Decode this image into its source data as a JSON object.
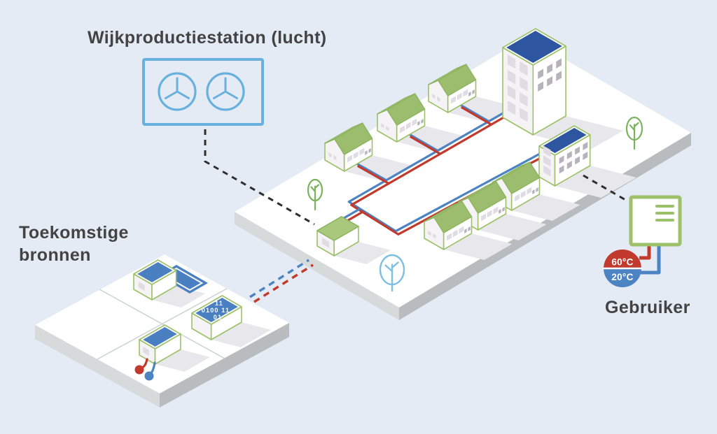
{
  "title": "Wijkproductiestation (lucht)",
  "labels": {
    "future_sources": [
      "Toekomstige",
      "bronnen"
    ],
    "user": "Gebruiker"
  },
  "user_unit": {
    "supply_temp": "60°C",
    "return_temp": "20°C"
  },
  "data_center_roof_text": [
    "11",
    "0100 11",
    "01"
  ],
  "colors": {
    "bg": "#e4ebf5",
    "text": "#434343",
    "accent_sky": "#68b0de",
    "pipe_red": "#c23a2d",
    "pipe_blue": "#4b83c3",
    "roof_green": "#a9c87b",
    "roof_navy": "#2e55a0",
    "roof_blue": "#4a7fc1",
    "outline_green": "#9cc168"
  },
  "icons": {
    "fan_icon": "circle with three turbine spokes (x2, production station)",
    "heat_exchanger_icon": "white square with three green bars (user unit)",
    "geothermal_probe_icons": "red and blue drop probes under source building",
    "tree_icon": "outlined tree (2 green, 1 blue)",
    "data_center_icon": "blue roof with binary digits",
    "pool_icon": "blue water basin next to source building"
  }
}
